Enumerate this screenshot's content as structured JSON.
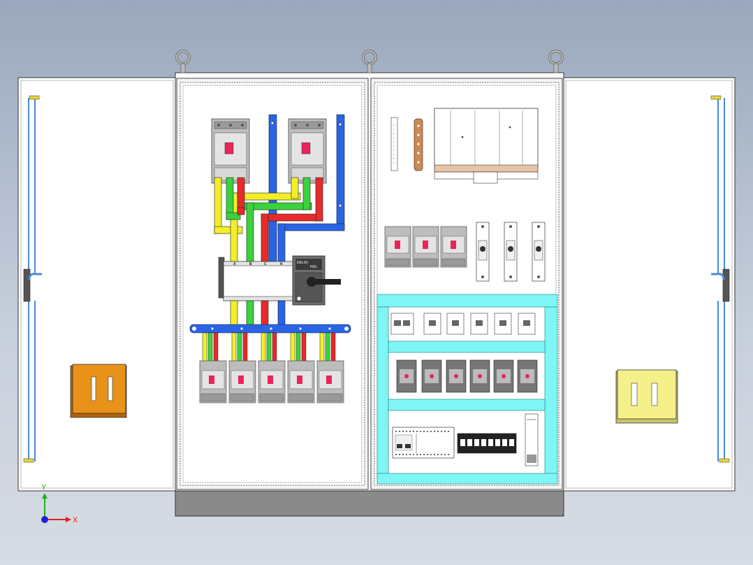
{
  "viewport": {
    "background_top": "#9aa8bd",
    "background_bottom": "#d6dce4"
  },
  "cabinet": {
    "body_color": "#ffffff",
    "plinth_color": "#8a8a8a",
    "lifting_eye_count": 3
  },
  "left_panel": {
    "busbar_colors": {
      "L1": "#f2ee2a",
      "L2": "#3cd23c",
      "L3": "#e82a2a",
      "N": "#2a64e6"
    },
    "main_breaker_count": 2,
    "branch_breaker_count": 5,
    "isolator_switch": {
      "brand_text": "DELIXI",
      "model_text": "HGL",
      "terminal_labels": [
        "A",
        "B",
        "C",
        "N"
      ]
    }
  },
  "right_panel": {
    "tray_color": "#7ff5f5",
    "small_breaker_count": 3,
    "fuse_holder_count": 3,
    "mcb_row_count": 6,
    "relay_row_count": 6,
    "terminal_block_count": 8
  },
  "doors": {
    "left_plate_color": "#e8921a",
    "right_plate_color": "#f5f08a",
    "hinge_rod_color": "#4a8ad6"
  },
  "triad": {
    "x_label": "X",
    "y_label": "Y",
    "x_color": "#e02020",
    "y_color": "#20b020",
    "z_color": "#2020e0"
  }
}
